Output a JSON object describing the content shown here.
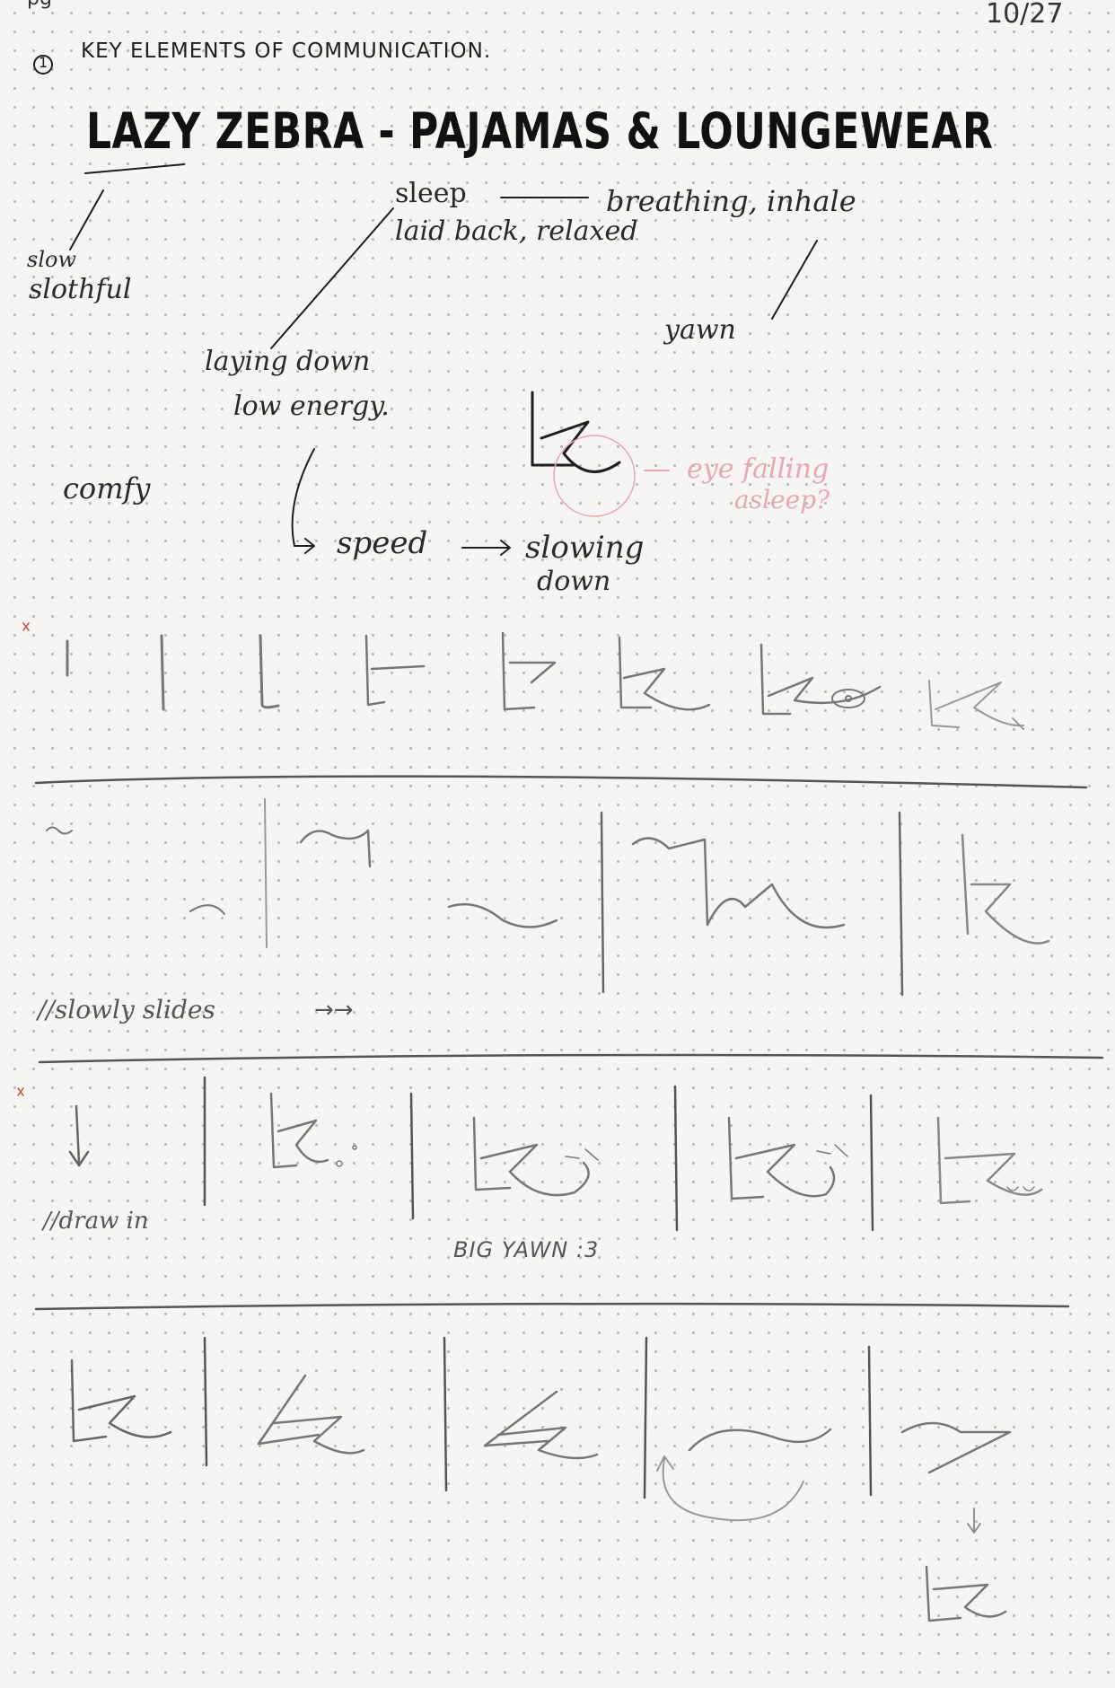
{
  "page": {
    "corner_mark": "pg",
    "date": "10/27",
    "section_number": "1",
    "section_title": "KEY ELEMENTS OF COMMUNICATION.",
    "main_title": "LAZY ZEBRA - PAJAMAS & LOUNGEWEAR"
  },
  "mindmap": {
    "slow": "slow",
    "slothful": "slothful",
    "sleep": "sleep",
    "breathing": "breathing, inhale",
    "laid_back": "laid back, relaxed",
    "yawn": "yawn",
    "laying_down": "laying down",
    "low_energy": "low energy.",
    "comfy": "comfy",
    "speed": "speed",
    "slowing": "slowing",
    "down": "down",
    "eye_falling": "eye falling",
    "asleep": "asleep?",
    "logo_glyph": "lz"
  },
  "rows": {
    "slowly_slides": "//slowly slides",
    "draw_in": "//draw in",
    "big_yawn": "BIG YAWN :3"
  },
  "colors": {
    "ink": "#1e1e1e",
    "pencil": "#7a7a7a",
    "pink_annotation": "#e7a9ad",
    "paper": "#f6f5f2",
    "dot": "#b9b8b4"
  }
}
